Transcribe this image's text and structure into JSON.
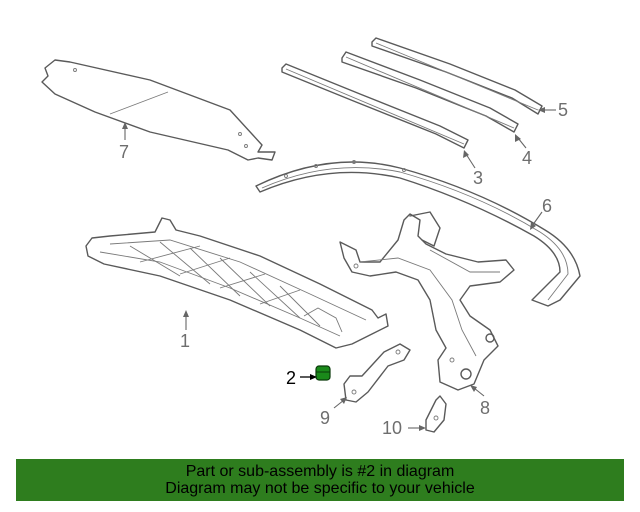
{
  "callouts": {
    "c1": "1",
    "c2": "2",
    "c3": "3",
    "c4": "4",
    "c5": "5",
    "c6": "6",
    "c7": "7",
    "c8": "8",
    "c9": "9",
    "c10": "10"
  },
  "highlight_part": "2",
  "highlight_color": "#1a8a1a",
  "banner": {
    "line1": "Part or sub-assembly is #2 in diagram",
    "line2": "Diagram may not be specific to your vehicle",
    "background": "#2e7d1e"
  }
}
